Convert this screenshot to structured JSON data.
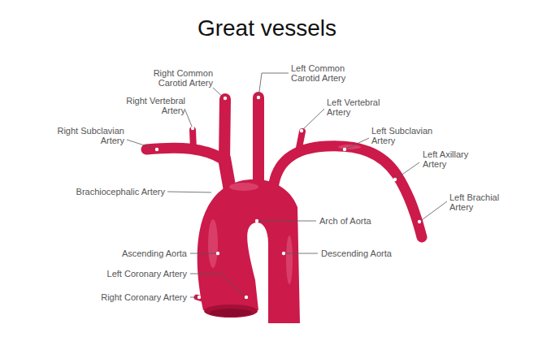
{
  "diagram": {
    "title": "Great vessels",
    "labels": [
      "Right Common Carotid Artery",
      "Left Common Carotid Artery",
      "Right Vertebral Artery",
      "Left Vertebral Artery",
      "Right Subclavian Artery",
      "Left Subclavian Artery",
      "Left Axillary Artery",
      "Brachiocephalic Artery",
      "Left Brachial Artery",
      "Arch of Aorta",
      "Ascending Aorta",
      "Descending Aorta",
      "Left Coronary Artery",
      "Right Coronary Artery"
    ]
  }
}
